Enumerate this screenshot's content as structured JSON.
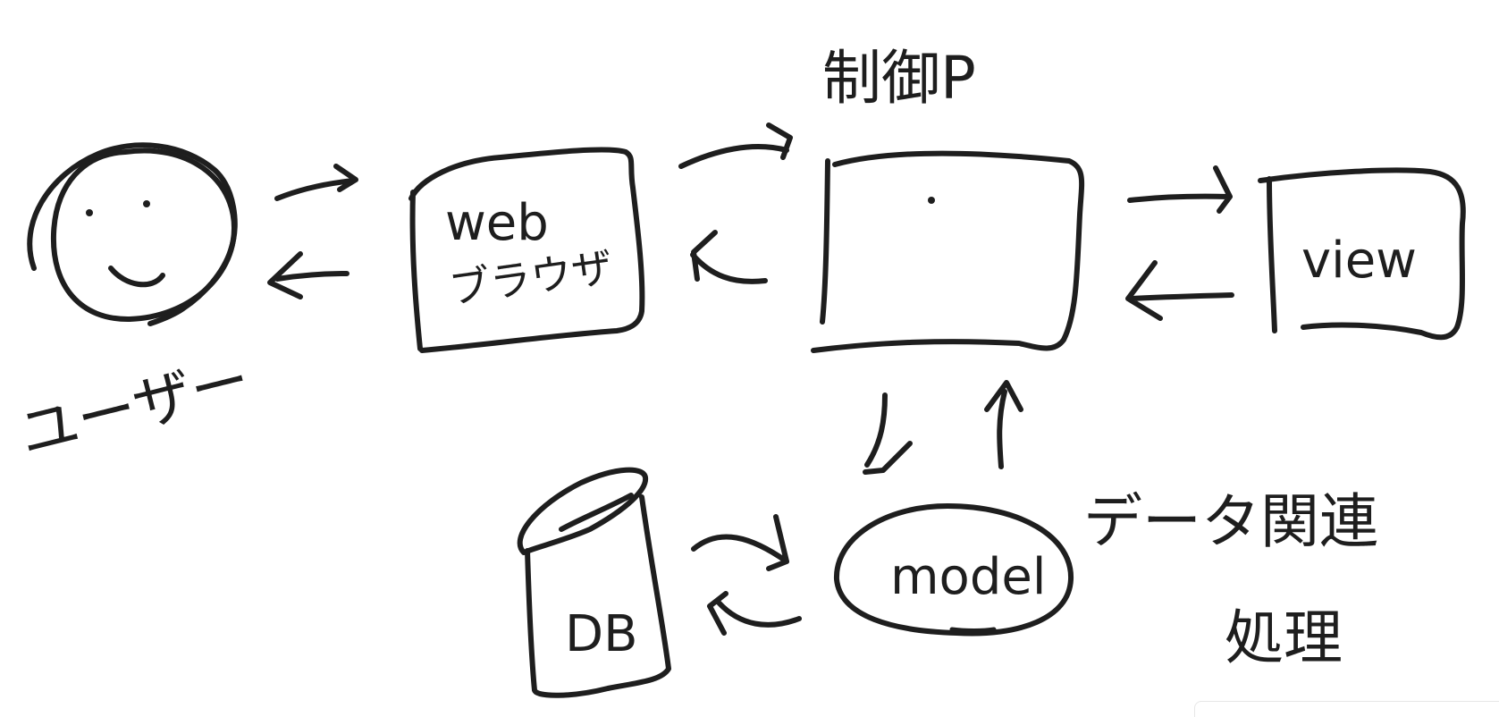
{
  "nodes": {
    "user_label": "ユーザー",
    "browser_label_line1": "web",
    "browser_label_line2": "ブラウザ",
    "controller_label": "制御P",
    "view_label": "view",
    "db_label": "DB",
    "model_label": "model",
    "data_processing_line1": "データ関連",
    "data_processing_line2": "処理"
  },
  "colors": {
    "ink": "#1e1e1e",
    "background": "#ffffff"
  }
}
